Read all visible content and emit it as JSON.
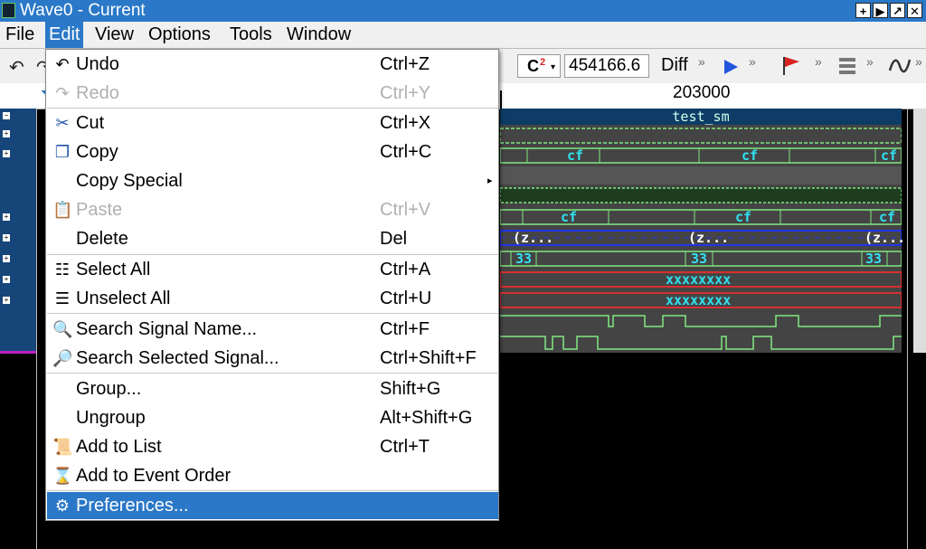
{
  "window": {
    "title": "Wave0 - Current",
    "buttons": [
      "+",
      "▶",
      "↗",
      "✕"
    ]
  },
  "menubar": [
    {
      "label": "File"
    },
    {
      "label": "Edit"
    },
    {
      "label": "View"
    },
    {
      "label": "Options"
    },
    {
      "label": "Tools"
    },
    {
      "label": "Window"
    }
  ],
  "toolbar": {
    "c_label": "C",
    "c_sup": "2",
    "time_value": "454166.6",
    "diff_label": "Diff"
  },
  "ruler": {
    "label": "203000"
  },
  "wave": {
    "title": "test_sm",
    "labels": {
      "cf": "cf",
      "z": "(z...",
      "v33": "33",
      "xx": "xxxxxxxx"
    }
  },
  "edit_menu": {
    "items": [
      {
        "label": "Undo",
        "shortcut": "Ctrl+Z",
        "icon": "undo-icon"
      },
      {
        "label": "Redo",
        "shortcut": "Ctrl+Y",
        "icon": "redo-icon"
      },
      {
        "label": "Cut",
        "shortcut": "Ctrl+X",
        "icon": "scissors-icon"
      },
      {
        "label": "Copy",
        "shortcut": "Ctrl+C",
        "icon": "copy-icon"
      },
      {
        "label": "Copy Special",
        "shortcut": "",
        "submenu": "▸"
      },
      {
        "label": "Paste",
        "shortcut": "Ctrl+V",
        "icon": "paste-icon"
      },
      {
        "label": "Delete",
        "shortcut": "Del"
      },
      {
        "label": "Select All",
        "shortcut": "Ctrl+A",
        "icon": "select-all-icon"
      },
      {
        "label": "Unselect All",
        "shortcut": "Ctrl+U",
        "icon": "unselect-all-icon"
      },
      {
        "label": "Search Signal Name...",
        "shortcut": "Ctrl+F",
        "icon": "search-icon"
      },
      {
        "label": "Search Selected Signal...",
        "shortcut": "Ctrl+Shift+F",
        "icon": "search-selected-icon"
      },
      {
        "label": "Group...",
        "shortcut": "Shift+G"
      },
      {
        "label": "Ungroup",
        "shortcut": "Alt+Shift+G"
      },
      {
        "label": "Add to List",
        "shortcut": "Ctrl+T",
        "icon": "list-icon"
      },
      {
        "label": "Add to Event Order",
        "shortcut": "",
        "icon": "event-order-icon"
      },
      {
        "label": "Preferences...",
        "shortcut": "",
        "icon": "gear-icon"
      }
    ]
  },
  "colors": {
    "accent": "#2a78c7",
    "wave_green": "#80e880",
    "wave_cyan": "#30e0f0",
    "wave_red": "#d83030",
    "bus_blue": "#2233ee"
  }
}
